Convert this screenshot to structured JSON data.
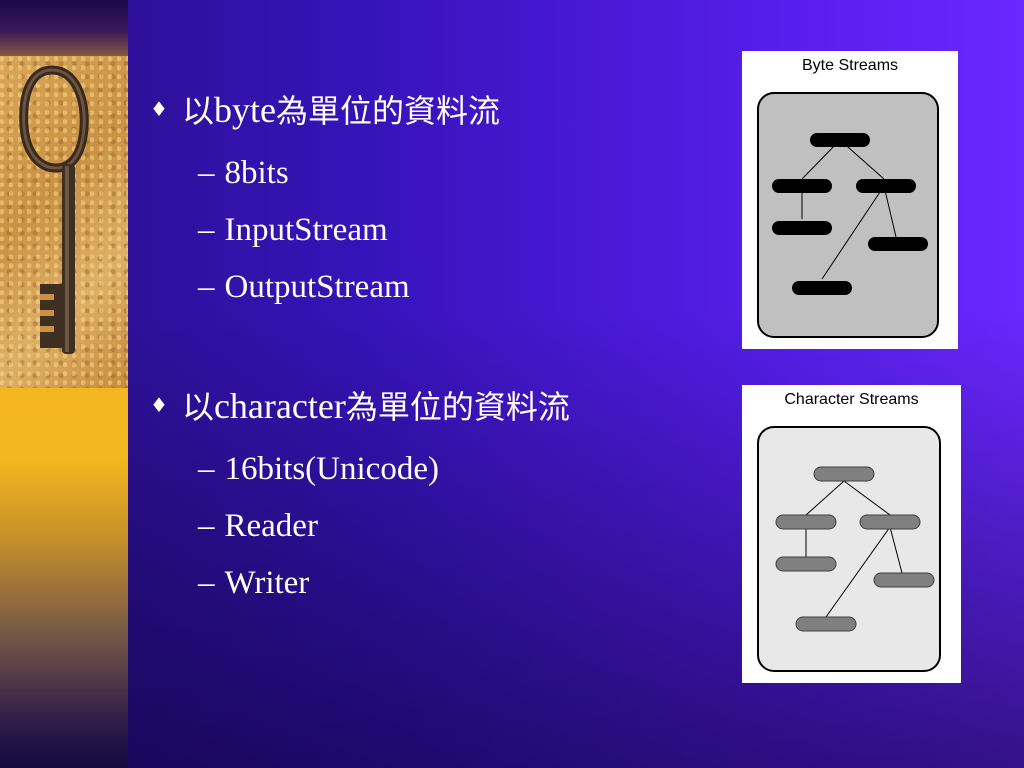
{
  "bullets": [
    {
      "icon": "diamond-icon",
      "prefix": "以",
      "latin": "byte",
      "suffix": "為單位的資料流",
      "subitems": [
        "8bits",
        "InputStream",
        "OutputStream"
      ]
    },
    {
      "icon": "diamond-icon",
      "prefix": "以",
      "latin": "character",
      "suffix": "為單位的資料流",
      "subitems": [
        "16bits(Unicode)",
        "Reader",
        "Writer"
      ]
    }
  ],
  "diagrams": [
    {
      "title": "Byte Streams",
      "node_color": "#000000"
    },
    {
      "title": "Character Streams",
      "node_color": "#808080"
    }
  ],
  "decoration": {
    "image": "key-photo",
    "accent_color": "#f2b31c"
  }
}
